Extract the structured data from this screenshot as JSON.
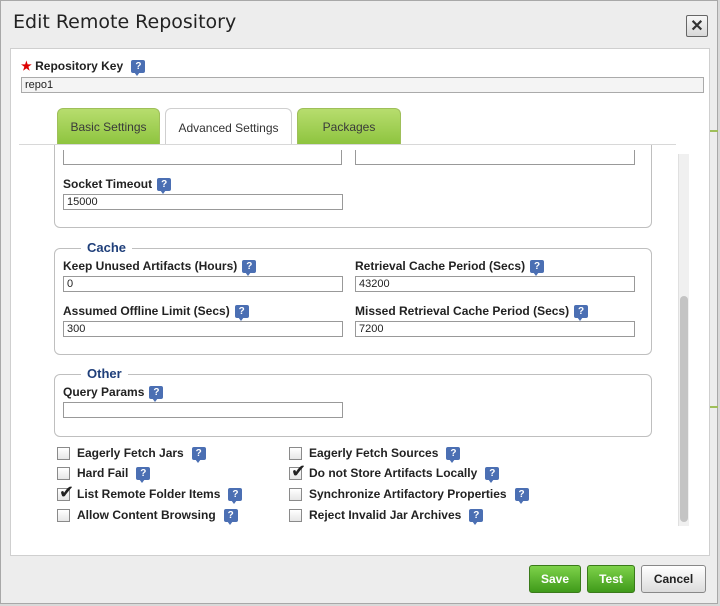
{
  "dialog": {
    "title": "Edit Remote Repository",
    "close_symbol": "✕"
  },
  "repo_key": {
    "required_mark": "★",
    "label": "Repository Key",
    "value": "repo1"
  },
  "help_symbol": "?",
  "tabs": [
    {
      "label": "Basic Settings",
      "active": false
    },
    {
      "label": "Advanced Settings",
      "active": true
    },
    {
      "label": "Packages",
      "active": false
    }
  ],
  "network": {
    "field_a_value": "",
    "field_b_value": "",
    "socket_timeout_label": "Socket Timeout",
    "socket_timeout_value": "15000"
  },
  "cache": {
    "legend": "Cache",
    "keep_unused_label": "Keep Unused Artifacts (Hours)",
    "keep_unused_value": "0",
    "retrieval_label": "Retrieval Cache Period (Secs)",
    "retrieval_value": "43200",
    "offline_label": "Assumed Offline Limit (Secs)",
    "offline_value": "300",
    "missed_label": "Missed Retrieval Cache Period (Secs)",
    "missed_value": "7200"
  },
  "other": {
    "legend": "Other",
    "query_params_label": "Query Params",
    "query_params_value": ""
  },
  "checkboxes": {
    "eagerly_fetch_jars": {
      "label": "Eagerly Fetch Jars",
      "checked": false
    },
    "hard_fail": {
      "label": "Hard Fail",
      "checked": false
    },
    "list_remote_folder_items": {
      "label": "List Remote Folder Items",
      "checked": true
    },
    "allow_content_browsing": {
      "label": "Allow Content Browsing",
      "checked": false
    },
    "eagerly_fetch_sources": {
      "label": "Eagerly Fetch Sources",
      "checked": false
    },
    "do_not_store_artifacts": {
      "label": "Do not Store Artifacts Locally",
      "checked": true
    },
    "sync_properties": {
      "label": "Synchronize Artifactory Properties",
      "checked": false
    },
    "reject_invalid_jars": {
      "label": "Reject Invalid Jar Archives",
      "checked": false
    }
  },
  "check_symbol": "✔",
  "buttons": {
    "save": "Save",
    "test": "Test",
    "cancel": "Cancel"
  },
  "colors": {
    "accent_green": "#7ed24a",
    "legend_blue": "#1f3f7a",
    "help_blue": "#4b6fb3"
  }
}
